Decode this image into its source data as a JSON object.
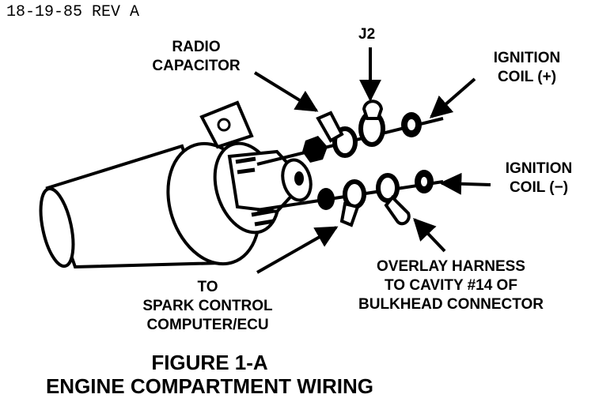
{
  "header": {
    "code": "18-19-85 REV A"
  },
  "labels": {
    "radio_capacitor": [
      "RADIO",
      "CAPACITOR"
    ],
    "j2": "J2",
    "ignition_coil_pos": [
      "IGNITION",
      "COIL (+)"
    ],
    "ignition_coil_neg": [
      "IGNITION",
      "COIL (−)"
    ],
    "overlay_harness": [
      "OVERLAY HARNESS",
      "TO CAVITY #14 OF",
      "BULKHEAD CONNECTOR"
    ],
    "to_spark_control": [
      "TO",
      "SPARK CONTROL",
      "COMPUTER/ECU"
    ]
  },
  "figure": {
    "number": "FIGURE 1-A",
    "caption": "ENGINE COMPARTMENT WIRING"
  }
}
